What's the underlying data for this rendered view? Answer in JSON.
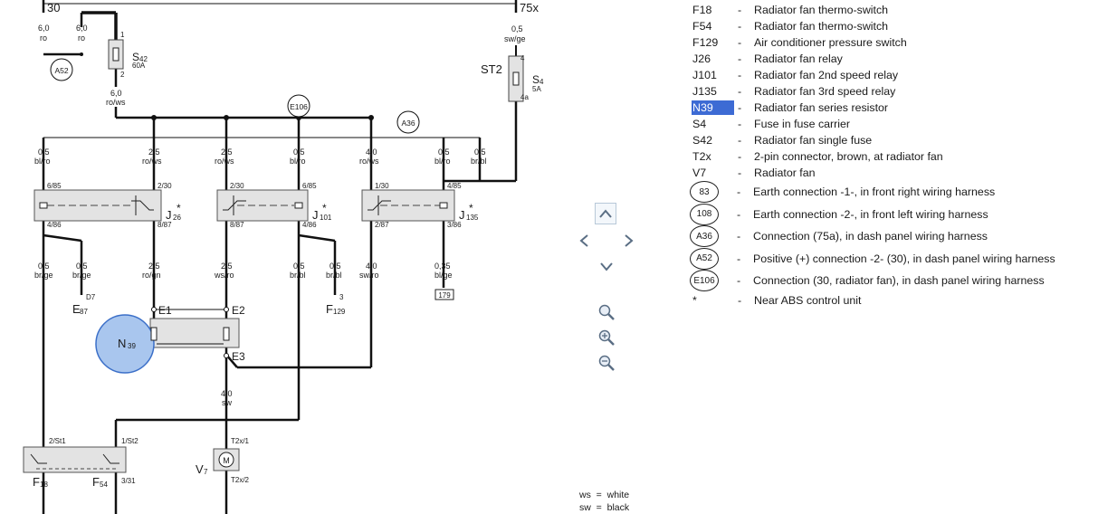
{
  "diagram": {
    "terminals": {
      "t30": "30",
      "t75x": "75x"
    },
    "grounds": {
      "a52": "A52",
      "e106": "E106",
      "a36": "A36"
    },
    "wires": {
      "w1_size": "6,0",
      "w1_color": "ro",
      "w2_size": "6,0",
      "w2_color": "ro",
      "w3_size": "6,0",
      "w3_color": "ro/ws",
      "w4_size": "0,5",
      "w4_color": "sw/ge",
      "b1_size": "0,5",
      "b1_color": "bl/ro",
      "b2_size": "2,5",
      "b2_color": "ro/ws",
      "b3_size": "2,5",
      "b3_color": "ro/ws",
      "b4_size": "0,5",
      "b4_color": "bl/ro",
      "b5_size": "4,0",
      "b5_color": "ro/ws",
      "b6_size": "0,5",
      "b6_color": "bl/ro",
      "b7_size": "0,5",
      "b7_color": "br/bl",
      "l1_size": "0,5",
      "l1_color": "br/ge",
      "l2_size": "0,5",
      "l2_color": "br/ge",
      "l3_size": "2,5",
      "l3_color": "ro/gn",
      "l4_size": "2,5",
      "l4_color": "ws/ro",
      "l5_size": "0,5",
      "l5_color": "br/bl",
      "l6_size": "0,5",
      "l6_color": "br/bl",
      "l7_size": "4,0",
      "l7_color": "sw/ro",
      "l8_size": "0,35",
      "l8_color": "bl/ge",
      "v_size": "4,0",
      "v_color": "sw"
    },
    "fuses": {
      "s42_name": "S",
      "s42_sub": "42",
      "s42_rating": "60A",
      "s42_pin1": "1",
      "s42_pin2": "2",
      "st2": "ST2",
      "s4_name": "S",
      "s4_sub": "4",
      "s4_rating": "5A",
      "s4_pin_top": "4",
      "s4_pin_bot": "4a"
    },
    "relays": {
      "j26_name": "J",
      "j26_sub": "26",
      "j26_star": "*",
      "j26_p1": "6/85",
      "j26_p2": "2/30",
      "j26_p3": "4/86",
      "j26_p4": "8/87",
      "j101_name": "J",
      "j101_sub": "101",
      "j101_star": "*",
      "j101_p1": "2/30",
      "j101_p2": "6/85",
      "j101_p3": "8/87",
      "j101_p4": "4/86",
      "j135_name": "J",
      "j135_sub": "135",
      "j135_star": "*",
      "j135_p1": "1/30",
      "j135_p2": "4/85",
      "j135_p3": "2/87",
      "j135_p4": "3/86"
    },
    "components": {
      "d7": "D7",
      "e87_name": "E",
      "e87_sub": "87",
      "f129_pin": "3",
      "f129_name": "F",
      "f129_sub": "129",
      "box179": "179",
      "e1": "E1",
      "e2": "E2",
      "e3": "E3",
      "n39_name": "N",
      "n39_sub": "39",
      "f18_pin": "2/St1",
      "f54_pin": "1/St2",
      "f54_pin2": "3/31",
      "f18_name": "F",
      "f18_sub": "18",
      "f54_name": "F",
      "f54_sub": "54",
      "v7_name": "V",
      "v7_sub": "7",
      "v7_pin1": "T2x/1",
      "v7_pin2": "T2x/2",
      "motor": "M"
    }
  },
  "legend": [
    {
      "code": "F18",
      "desc": "Radiator fan thermo-switch",
      "kind": "text"
    },
    {
      "code": "F54",
      "desc": "Radiator fan thermo-switch",
      "kind": "text"
    },
    {
      "code": "F129",
      "desc": "Air conditioner pressure switch",
      "kind": "text"
    },
    {
      "code": "J26",
      "desc": "Radiator fan relay",
      "kind": "text"
    },
    {
      "code": "J101",
      "desc": "Radiator fan 2nd speed relay",
      "kind": "text"
    },
    {
      "code": "J135",
      "desc": "Radiator fan 3rd speed relay",
      "kind": "text"
    },
    {
      "code": "N39",
      "desc": "Radiator fan series resistor",
      "kind": "text",
      "highlight": true
    },
    {
      "code": "S4",
      "desc": "Fuse in fuse carrier",
      "kind": "text"
    },
    {
      "code": "S42",
      "desc": "Radiator fan single fuse",
      "kind": "text"
    },
    {
      "code": "T2x",
      "desc": "2-pin connector, brown, at radiator fan",
      "kind": "text"
    },
    {
      "code": "V7",
      "desc": "Radiator fan",
      "kind": "text"
    },
    {
      "code": "83",
      "desc": "Earth connection -1-, in front right wiring harness",
      "kind": "circle"
    },
    {
      "code": "108",
      "desc": "Earth connection -2-, in front left wiring harness",
      "kind": "circle"
    },
    {
      "code": "A36",
      "desc": "Connection (75a), in dash panel wiring harness",
      "kind": "circle"
    },
    {
      "code": "A52",
      "desc": "Positive (+) connection -2- (30), in dash panel wiring harness",
      "kind": "circle"
    },
    {
      "code": "E106",
      "desc": "Connection (30, radiator fan), in dash panel wiring harness",
      "kind": "circle"
    },
    {
      "code": "*",
      "desc": "Near ABS control unit",
      "kind": "text"
    }
  ],
  "legend_dash": "-",
  "color_key": [
    {
      "text": "ws  =  white"
    },
    {
      "text": "sw  =  black"
    }
  ],
  "nav": {
    "up_icon": "chevron-up-icon",
    "left_icon": "chevron-left-icon",
    "right_icon": "chevron-right-icon",
    "down_icon": "chevron-down-icon",
    "zoom_fit_icon": "magnifier-icon",
    "zoom_in_icon": "zoom-in-icon",
    "zoom_out_icon": "zoom-out-icon"
  },
  "colors": {
    "highlight": "#3d6bd4",
    "n39_fill": "#a9c6ee",
    "n39_stroke": "#3b6fc8",
    "relay_fill": "#e3e3e3"
  }
}
